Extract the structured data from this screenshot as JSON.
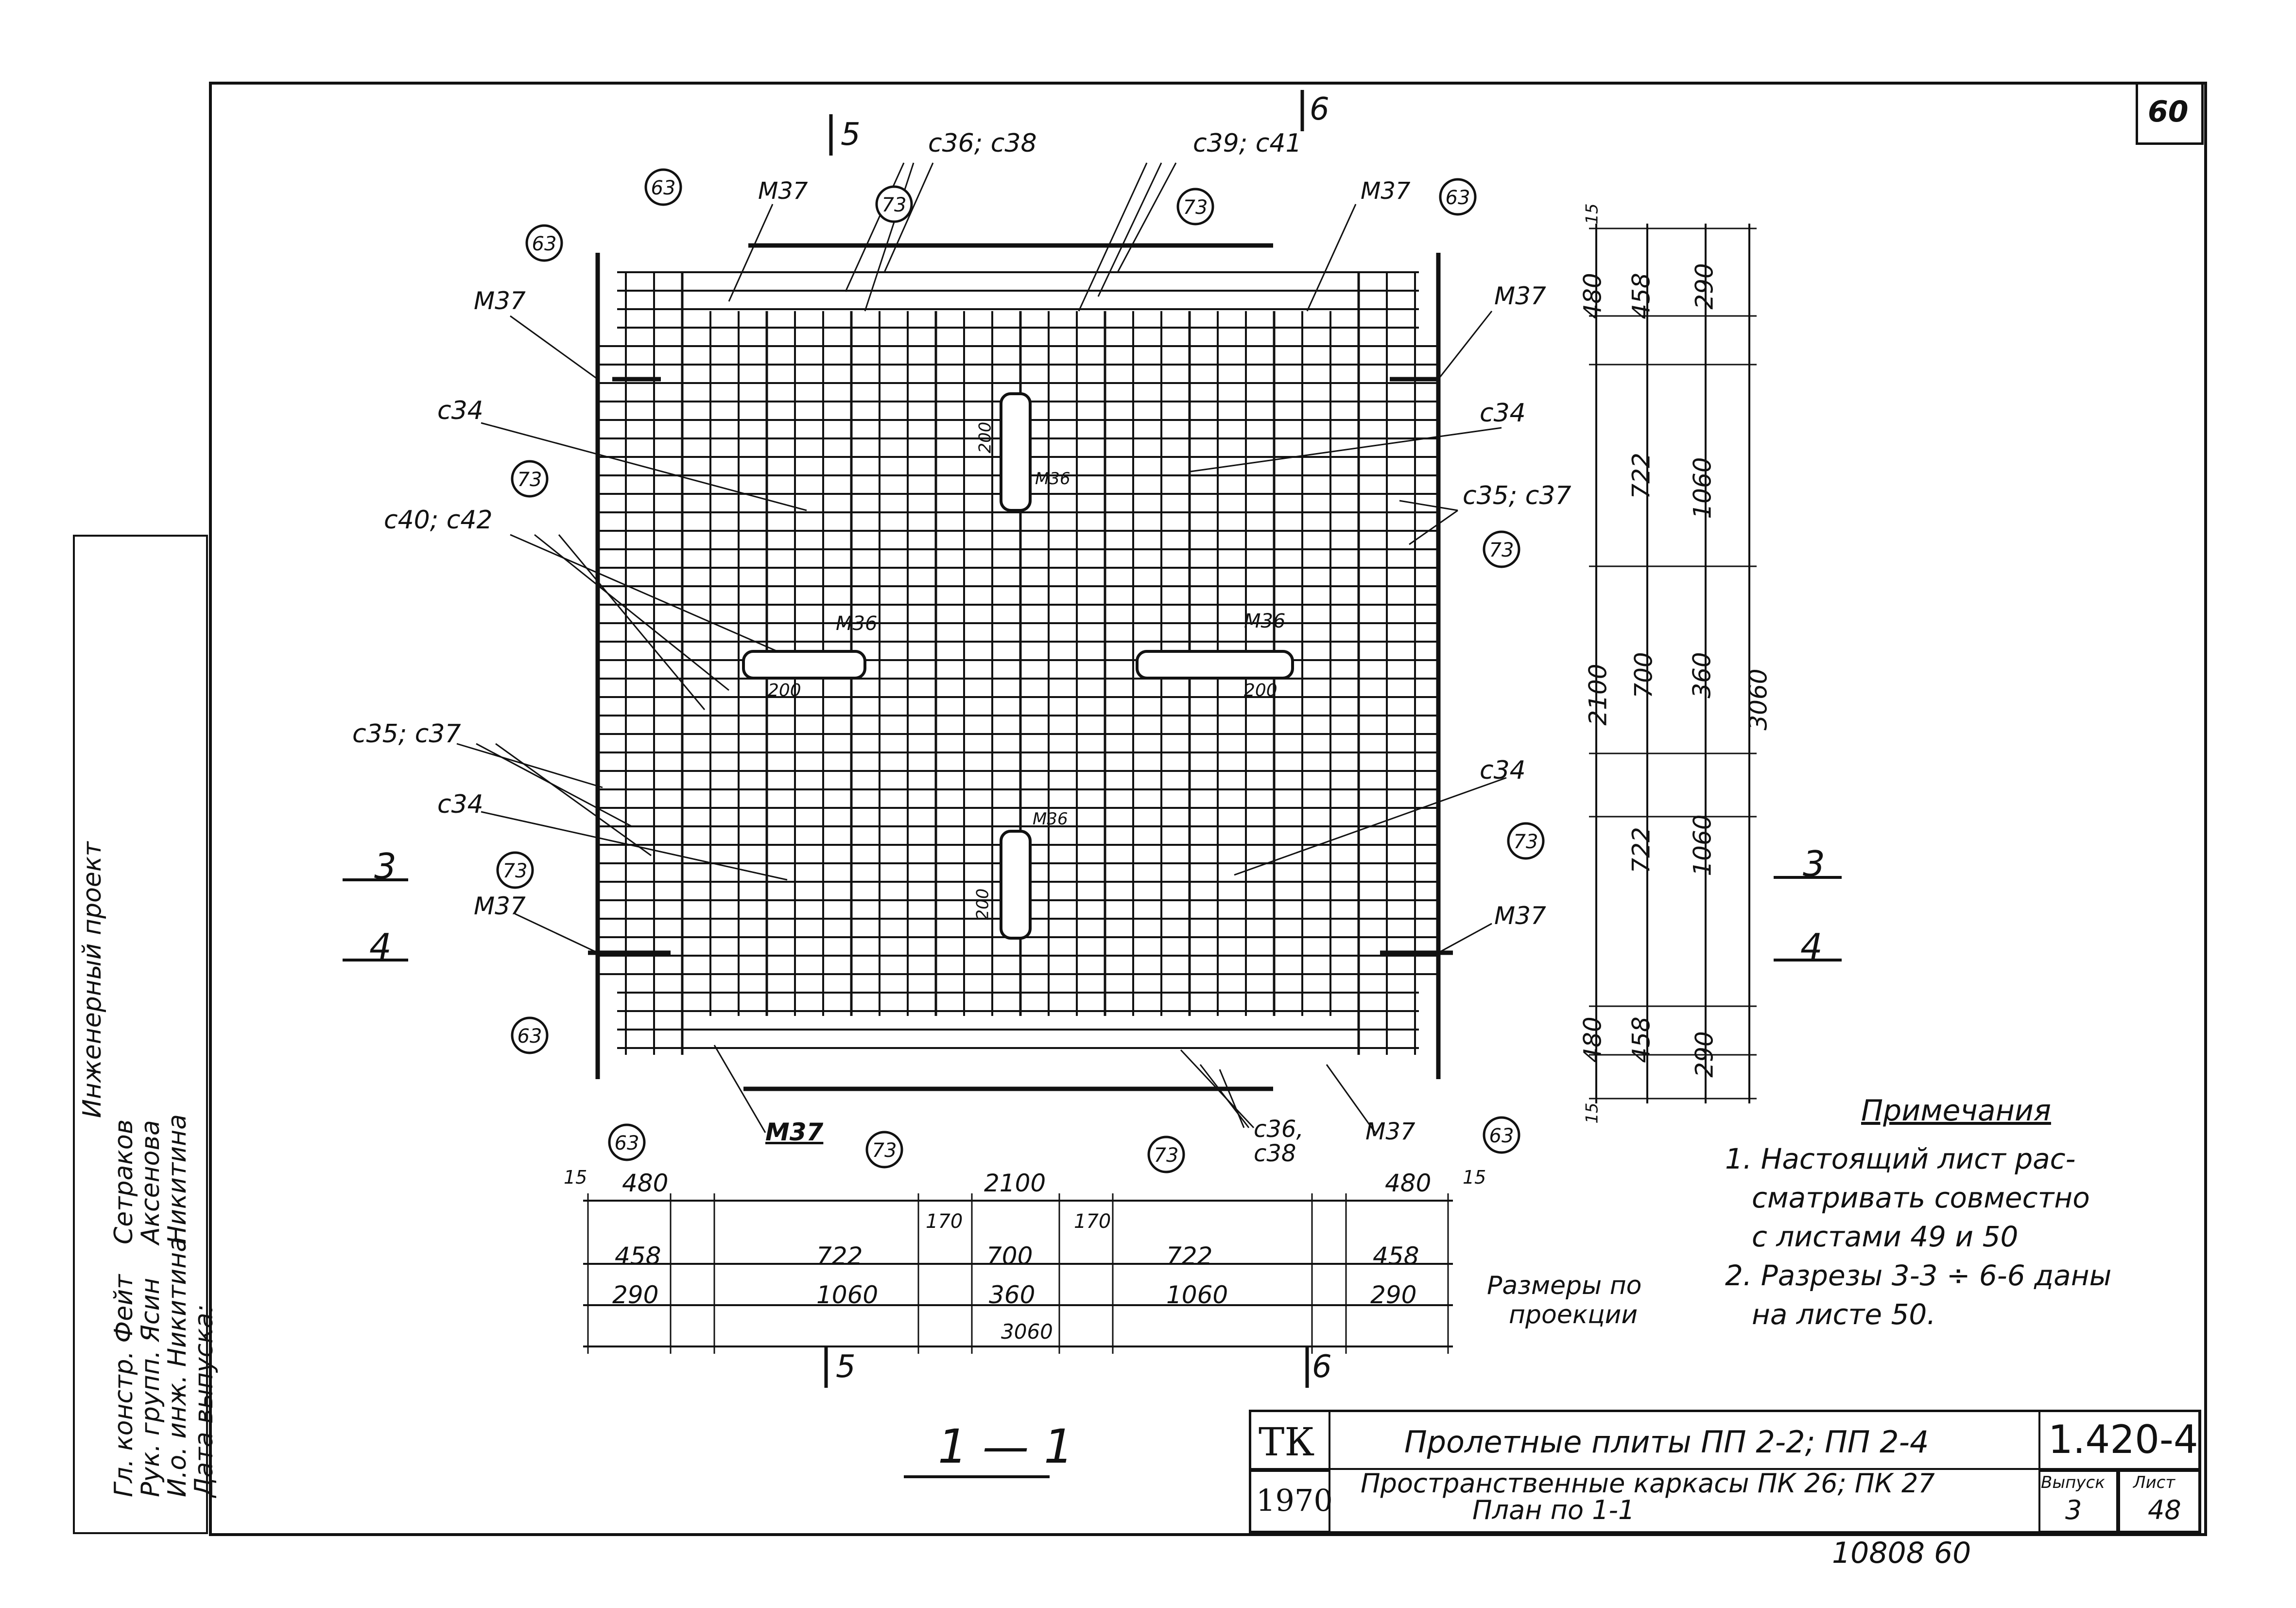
{
  "sheet": {
    "page_number": "60",
    "code": "1.420-4",
    "issue_label": "Выпуск",
    "issue_value": "3",
    "sheet_label": "Лист",
    "sheet_value": "48",
    "org": "ТК",
    "year": "1970",
    "title_line1": "Пролетные плиты ПП 2-2; ПП 2-4",
    "title_line2": "Пространственные каркасы ПК 26; ПК 27",
    "title_line3": "План по 1-1",
    "inventory": "10808   60"
  },
  "section_title": "1 — 1",
  "cuts": {
    "cut5": "5",
    "cut6": "6",
    "cut3": "3",
    "cut4": "4"
  },
  "labels": {
    "c36c38": "с36; с38",
    "c39c41": "с39; с41",
    "c34": "с34",
    "c40c42": "с40; с42",
    "c35c37": "с35; с37",
    "m37": "М37",
    "m36": "М36",
    "c36": "с36,",
    "c38": "с38",
    "n63": "63",
    "n73": "73"
  },
  "dims": {
    "d15": "15",
    "d480": "480",
    "d458": "458",
    "d290": "290",
    "d722": "722",
    "d1060": "1060",
    "d2100": "2100",
    "d700": "700",
    "d360": "360",
    "d3060": "3060",
    "d170": "170",
    "d200": "200",
    "projection_note_1": "Размеры по",
    "projection_note_2": "проекции"
  },
  "notes": {
    "heading": "Примечания",
    "n1_line1": "1. Настоящий лист рас-",
    "n1_line2": "сматривать совместно",
    "n1_line3": "с листами 49 и 50",
    "n2_line1": "2. Разрезы 3-3 ÷ 6-6 даны",
    "n2_line2": "на листе 50."
  },
  "stamp": {
    "r1": "Гл. констр.  Фейт",
    "r2": "Рук. групп.  Ясин",
    "r3": "И.о. инж.  Никитина",
    "r4": "Дата выпуска:",
    "n1": "Сетраков",
    "n2": "Аксенова",
    "n3": "Никитина",
    "dept": "Инженерный проект"
  }
}
